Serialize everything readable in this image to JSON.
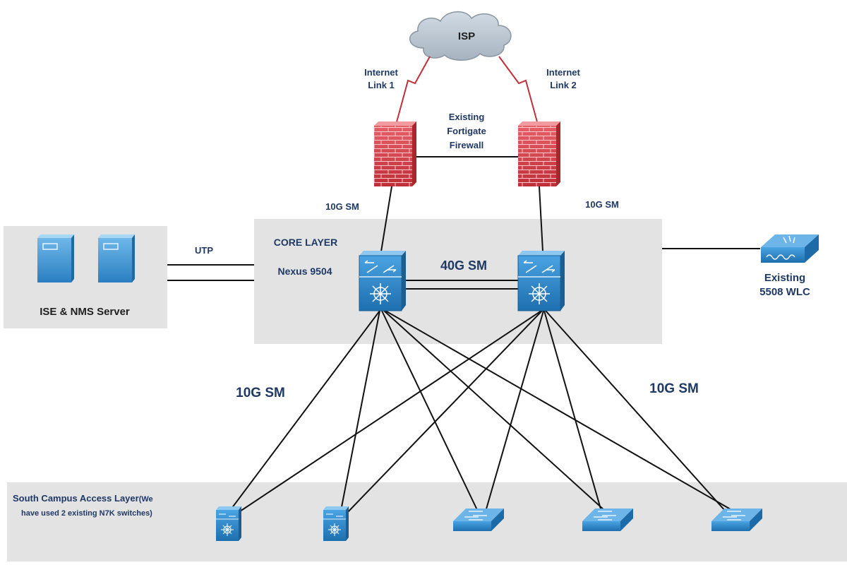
{
  "isp": {
    "label": "ISP"
  },
  "internet_links": {
    "link1": [
      "Internet",
      "Link 1"
    ],
    "link2": [
      "Internet",
      "Link 2"
    ]
  },
  "firewall": {
    "label": [
      "Existing",
      "Fortigate",
      "Firewall"
    ]
  },
  "uplinks": {
    "left": "10G SM",
    "right": "10G SM"
  },
  "core": {
    "title": "CORE LAYER",
    "model": "Nexus 9504",
    "interlink": "40G SM"
  },
  "servers": {
    "label": "ISE & NMS Server",
    "link": "UTP"
  },
  "wlc": {
    "label": [
      "Existing",
      "5508 WLC"
    ]
  },
  "distribution": {
    "left": "10G SM",
    "right": "10G SM"
  },
  "access": {
    "label_main": "South Campus Access Layer",
    "label_note_1": "(We",
    "label_note_2": "have used 2 existing N7K switches)"
  },
  "colors": {
    "navy_text": "#1f3864",
    "firewall_red": "#d9414a",
    "link_red": "#c0303a",
    "switch_blue": "#2f86c8",
    "panel_gray": "#e3e3e3"
  }
}
